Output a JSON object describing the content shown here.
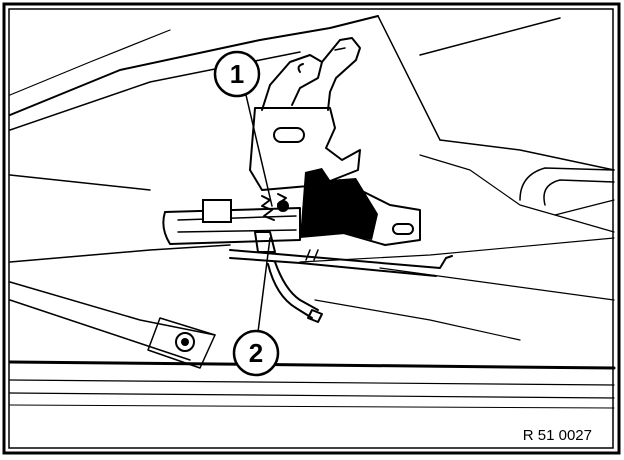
{
  "diagram": {
    "callouts": [
      {
        "label": "1"
      },
      {
        "label": "2"
      }
    ],
    "reference_code": "R 51 0027"
  }
}
